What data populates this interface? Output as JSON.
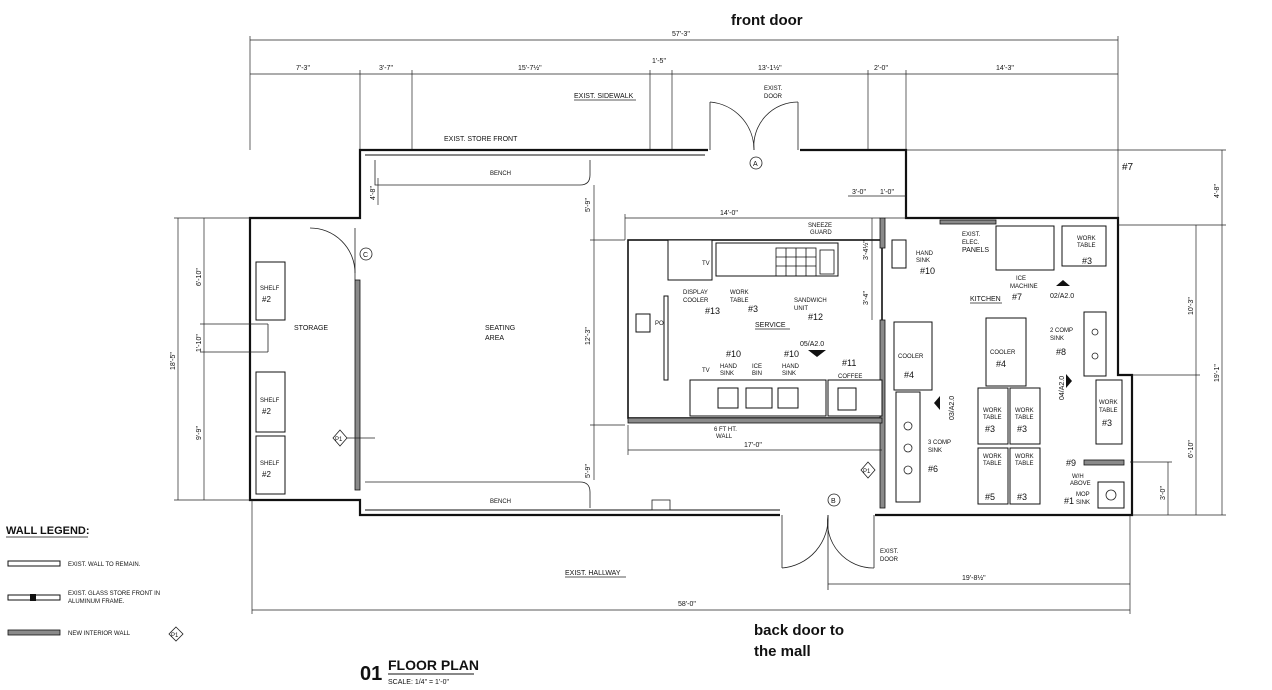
{
  "annotations": {
    "front_door": "front door",
    "back_door_line1": "back door to",
    "back_door_line2": "the mall",
    "hash7": "#7"
  },
  "dimensions": {
    "top_total": "57'-3\"",
    "top_segs": [
      "7'-3\"",
      "3'-7\"",
      "15'-7½\"",
      "1'-5\"",
      "13'-1½\"",
      "2'-0\"",
      "14'-3\""
    ],
    "service_width": "14'-0\"",
    "kitchen_small_1": "3'-0\"",
    "kitchen_small_2": "1'-0\"",
    "wall_17": "17'-0\"",
    "bottom_total": "58'-0\"",
    "bottom_right": "19'-8½\"",
    "left_total": "18'-5\"",
    "left_a": "6'-10\"",
    "left_b": "1'-10\"",
    "left_c": "9'-9\"",
    "v_4_8": "4'-8\"",
    "v_5_9_top": "5'-9\"",
    "v_12_3": "12'-3\"",
    "v_5_9_bot": "5'-9\"",
    "v_3_4_half": "3'-4½\"",
    "v_3_4": "3'-4\"",
    "r_4_8": "4'-8\"",
    "r_10_3": "10'-3\"",
    "r_19_1": "19'-1\"",
    "r_6_10": "6'-10\"",
    "r_3_0": "3'-0\""
  },
  "labels": {
    "exist_sidewalk": "EXIST. SIDEWALK",
    "exist_door_1": "EXIST.",
    "exist_door_2": "DOOR",
    "store_front": "EXIST. STORE FRONT",
    "bench_top": "BENCH",
    "bench_bottom": "BENCH",
    "storage": "STORAGE",
    "seating_1": "SEATING",
    "seating_2": "AREA",
    "shelf": "SHELF",
    "shelf_num": "#2",
    "marker_c": "C",
    "marker_a": "A",
    "marker_b": "B",
    "marker_p1": "P1",
    "sneeze_1": "SNEEZE",
    "sneeze_2": "GUARD",
    "tv": "TV",
    "display_1": "DISPLAY",
    "display_2": "COOLER",
    "num13": "#13",
    "work_table_1": "WORK",
    "work_table_2": "TABLE",
    "num3": "#3",
    "sandwich_1": "SANDWICH",
    "sandwich_2": "UNIT",
    "num12": "#12",
    "service": "SERVICE",
    "pos": "POS",
    "ref_05": "05/A2.0",
    "num10": "#10",
    "hand_1": "HAND",
    "hand_2": "SINK",
    "ice_1": "ICE",
    "ice_2": "BIN",
    "num11": "#11",
    "coffee": "COFFEE",
    "wall_1": "6 FT HT.",
    "wall_2": "WALL",
    "elec_1": "EXIST.",
    "elec_2": "ELEC.",
    "elec_3": "PANELS",
    "ice_machine_1": "ICE",
    "ice_machine_2": "MACHINE",
    "kitchen": "KITCHEN",
    "num7": "#7",
    "ref_02": "02/A2.0",
    "cooler": "COOLER",
    "num4": "#4",
    "two_comp_1": "2 COMP",
    "two_comp_2": "SINK",
    "num8": "#8",
    "ref_04": "04/A2.0",
    "ref_03": "03/A2.0",
    "three_comp_1": "3 COMP",
    "three_comp_2": "SINK",
    "num6": "#6",
    "num5": "#5",
    "num9": "#9",
    "wh_1": "W/H",
    "wh_2": "ABOVE",
    "num1": "#1",
    "mop_1": "MOP",
    "mop_2": "SINK",
    "exist_hallway": "EXIST. HALLWAY",
    "exist_door_b_1": "EXIST.",
    "exist_door_b_2": "DOOR"
  },
  "legend": {
    "title": "WALL LEGEND:",
    "items": [
      "EXIST. WALL TO REMAIN.",
      "EXIST. GLASS STORE FRONT IN ALUMINUM FRAME.",
      "NEW INTERIOR WALL"
    ],
    "items_split": [
      [
        "EXIST. WALL TO REMAIN."
      ],
      [
        "EXIST. GLASS STORE FRONT IN",
        "ALUMINUM FRAME."
      ],
      [
        "NEW INTERIOR WALL"
      ]
    ],
    "marker": "P1"
  },
  "title_block": {
    "number": "01",
    "title": "FLOOR PLAN",
    "scale": "SCALE: 1/4\" = 1'-0\""
  }
}
